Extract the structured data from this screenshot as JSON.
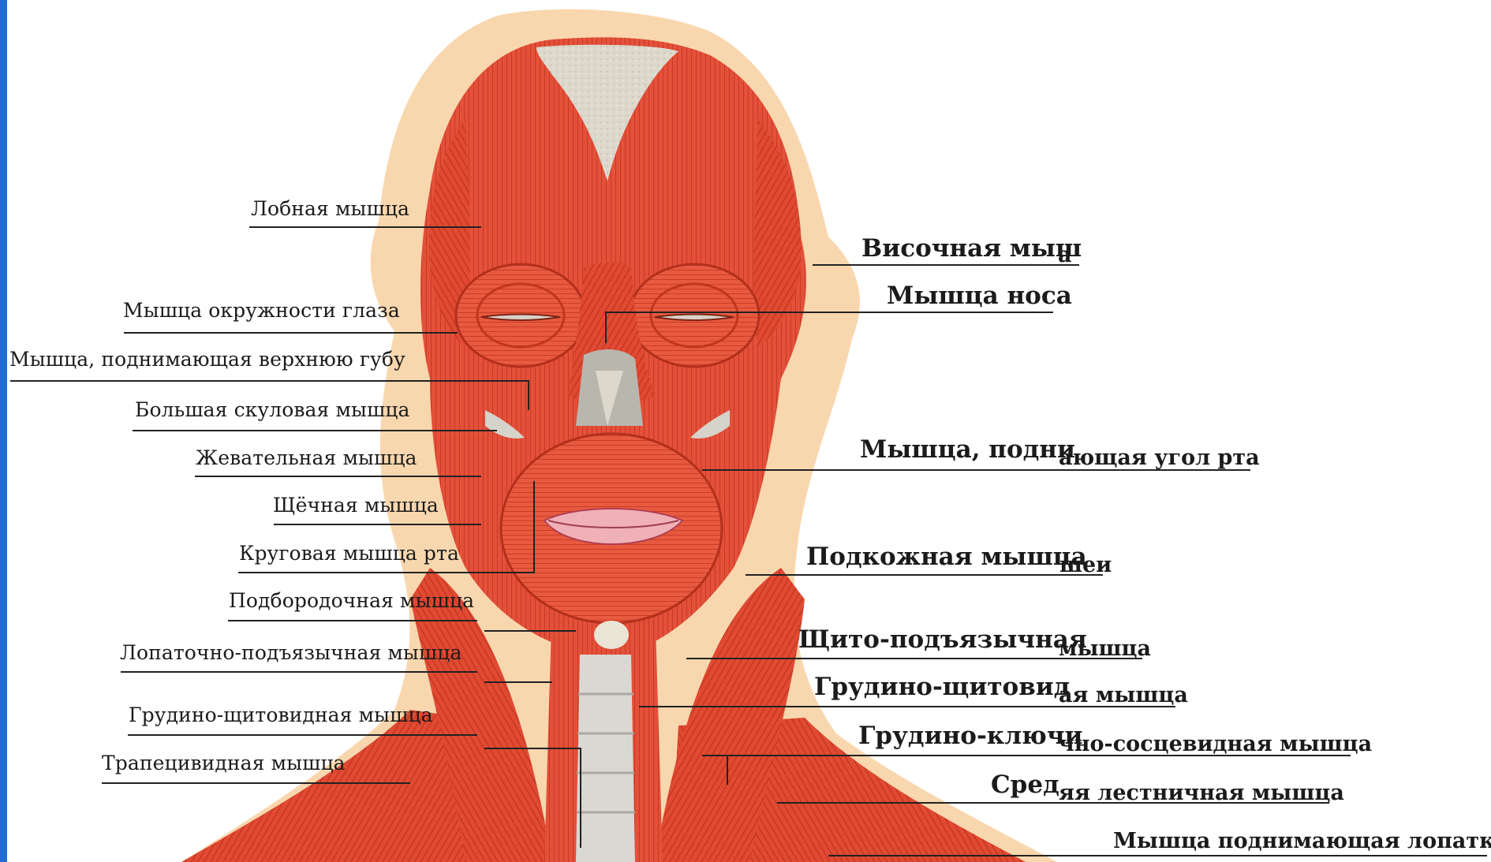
{
  "colors": {
    "accent_stripe": "#1f6fd1",
    "skin": "#f9d9b3",
    "muscle": "#e8553b",
    "muscle_dark": "#b92a14",
    "bone": "#d9d6cc",
    "leader_line": "#222222"
  },
  "labels": {
    "left": [
      "Лобная мышца",
      "Мышца окружности глаза",
      "Мышца, поднимающая верхнюю губу",
      "Большая скуловая мышца",
      "Жевательная мышца",
      "Щёчная мышца",
      "Круговая мышца рта",
      "Подбородочная мышца",
      "Лопаточно-подъязычная мышца",
      "Грудино-щитовидная мышца",
      "Трапецивидная мышца"
    ],
    "right_big": [
      "Височная мыш",
      "Мышца носа",
      "Мышца, подни",
      "Подкожная мышца",
      "Щито-подъязычная",
      "Грудино-щитовид",
      "Грудино-ключи",
      "Сред"
    ],
    "right_small": [
      "а",
      "ающая угол рта",
      "шеи",
      "мышца",
      "ая мышца",
      "чно-сосцевидная мышца",
      "яя лестничная мышца",
      "Мышца поднимающая лопатку"
    ]
  }
}
